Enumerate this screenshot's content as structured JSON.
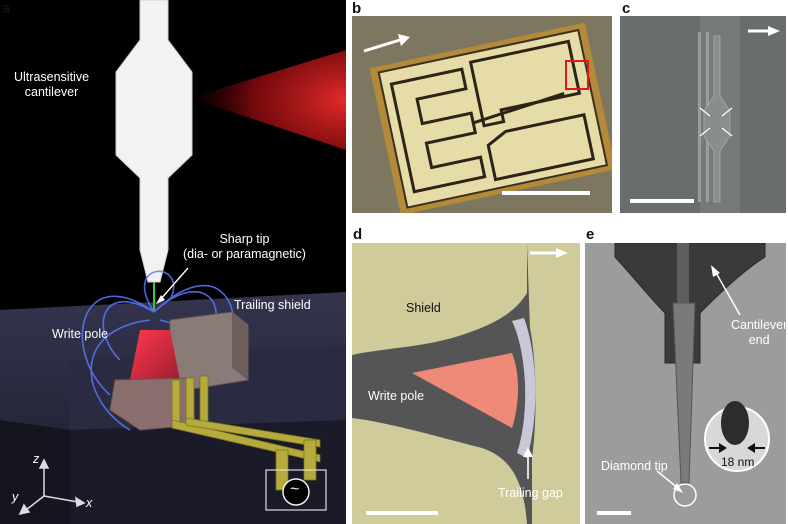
{
  "panel_labels": {
    "a": "a",
    "b": "b",
    "c": "c",
    "d": "d",
    "e": "e"
  },
  "panel_a": {
    "cantilever_label_line1": "Ultrasensitive",
    "cantilever_label_line2": "cantilever",
    "tip_label_line1": "Sharp tip",
    "tip_label_line2": "(dia- or paramagnetic)",
    "trailing_shield_label": "Trailing shield",
    "write_pole_label": "Write pole",
    "axis_z": "z",
    "axis_y": "y",
    "axis_x": "x",
    "ac_source_symbol": "~"
  },
  "panel_d": {
    "shield_label": "Shield",
    "write_pole_label": "Write pole",
    "trailing_gap_label": "Trailing gap"
  },
  "panel_e": {
    "cantilever_end_line1": "Cantilever",
    "cantilever_end_line2": "end",
    "diamond_tip_label": "Diamond tip",
    "inset_size_label": "18 nm"
  },
  "colors": {
    "laser_red": "#e8202a",
    "field_blue": "#4f6cff",
    "write_pole_red": "#e04a5a",
    "shield_yellow": "#e6e0a8",
    "gold_contacts": "#c9a64a",
    "highlight_box": "#e0161e"
  }
}
